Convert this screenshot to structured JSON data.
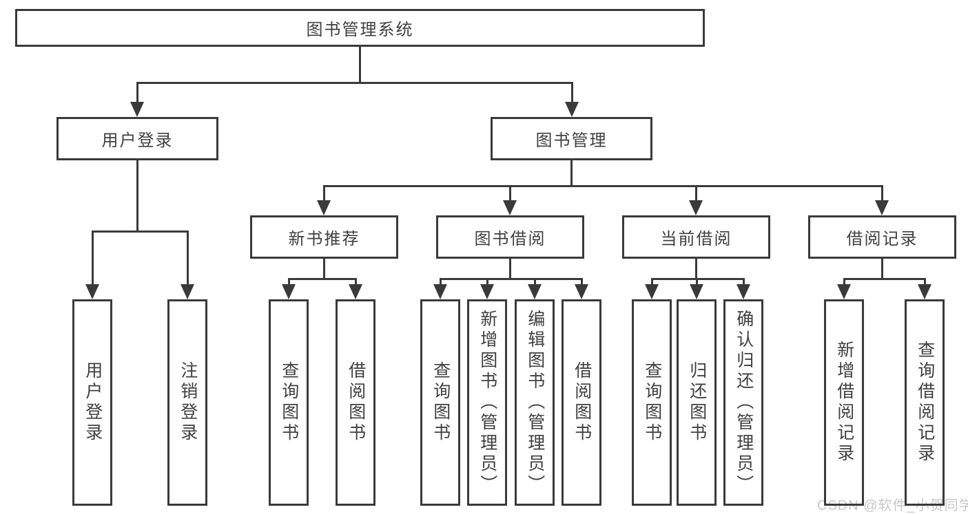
{
  "colors": {
    "line": "#3a3a3a",
    "text": "#3f3f3f",
    "bg": "#ffffff",
    "watermark": "#c8c8c8"
  },
  "diagram": {
    "title": "图书管理系统",
    "level2": {
      "user_login": "用户登录",
      "book_management": "图书管理"
    },
    "level3": {
      "new_book_recommendation": "新书推荐",
      "book_borrowing": "图书借阅",
      "current_borrowing": "当前借阅",
      "borrowing_records": "借阅记录"
    },
    "leaves": {
      "user_login": "用户登录",
      "logout": "注销登录",
      "recommend_query_books": "查询图书",
      "recommend_borrow_books": "借阅图书",
      "borrowing_query_books": "查询图书",
      "borrowing_add_books": "新增图书（管理员）",
      "borrowing_edit_books": "编辑图书（管理员）",
      "borrowing_borrow_books": "借阅图书",
      "current_query_books": "查询图书",
      "current_return_books": "归还图书",
      "current_confirm_return": "确认归还（管理员）",
      "records_add_record": "新增借阅记录",
      "records_query_record": "查询借阅记录"
    }
  },
  "watermark": "CSDN @软件_小贺同学"
}
